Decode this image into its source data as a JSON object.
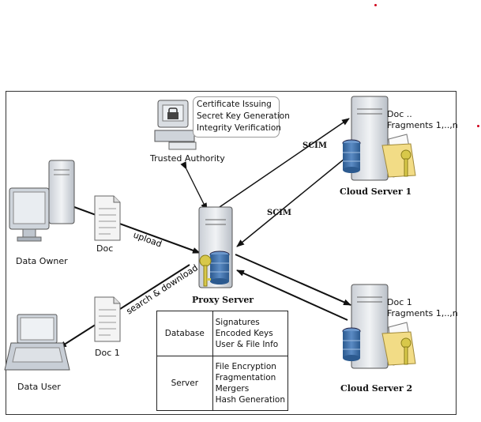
{
  "trusted_authority": {
    "label": "Trusted Authority",
    "functions": [
      "Certificate Issuing",
      "Secret Key Generation",
      "Integrity Verification"
    ]
  },
  "data_owner": {
    "label": "Data Owner",
    "doc_label": "Doc"
  },
  "data_user": {
    "label": "Data User",
    "doc_label": "Doc 1"
  },
  "proxy_server": {
    "label": "Proxy Server"
  },
  "cloud_server_1": {
    "label": "Cloud Server 1",
    "doc_line1": "Doc ..",
    "doc_line2": "Fragments 1,..,n"
  },
  "cloud_server_2": {
    "label": "Cloud Server 2",
    "doc_line1": "Doc 1",
    "doc_line2": "Fragments 1,..,n"
  },
  "arrows": {
    "upload": "upload",
    "search_download": "search & download",
    "scim_1": "SCIM",
    "scim_2": "SCIM"
  },
  "proxy_table": {
    "rows": [
      {
        "key": "Database",
        "values": [
          "Signatures",
          "Encoded Keys",
          "User & File Info"
        ]
      },
      {
        "key": "Server",
        "values": [
          "File Encryption",
          "Fragmentation",
          "Mergers",
          "Hash Generation"
        ]
      }
    ]
  },
  "colors": {
    "server_body": "#dfe3e8",
    "database": "#3b6aa0",
    "key": "#d8c84a",
    "folder": "#f2dc86",
    "marker_dot": "#d0021b"
  }
}
